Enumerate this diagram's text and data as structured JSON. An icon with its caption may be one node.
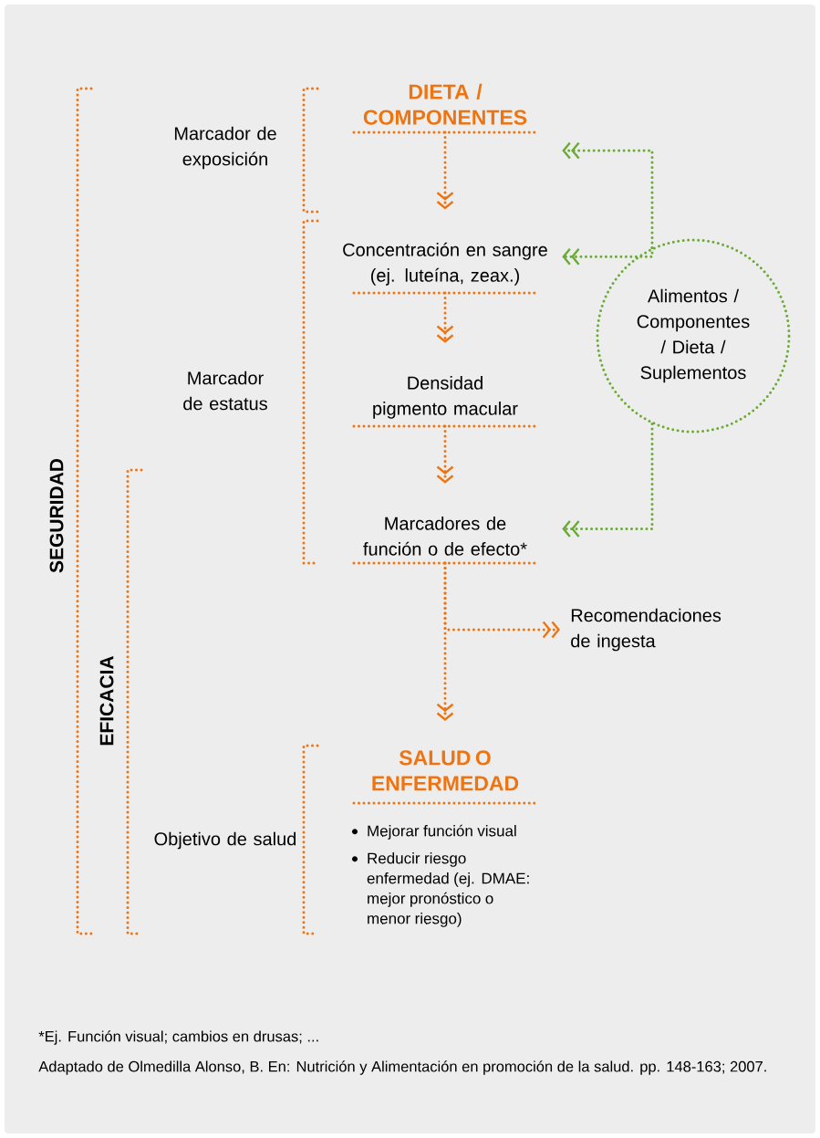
{
  "diagram": {
    "nodes": [
      {
        "text": [
          "DIETA / COMPONENTES"
        ]
      },
      {
        "text": [
          "Concentración en sangre (ej. luteína, zeax.)"
        ]
      },
      {
        "text": [
          "Densidad pigmento macular"
        ]
      },
      {
        "text": [
          "Marcadores de función o de efecto*"
        ]
      },
      {
        "text": [
          "Recomendaciones de ingesta"
        ]
      },
      {
        "text": [
          "SALUD O ENFERMEDAD",
          "Mejorar función visual",
          "Reducir riesgo enfermedad (ej. DMAE: mejor pronóstico o menor riesgo)"
        ]
      },
      {
        "text": [
          "Alimentos / Componentes / Dieta / Suplementos"
        ]
      }
    ],
    "edges": [
      {
        "from": 0,
        "to": 1,
        "arrow": "to"
      },
      {
        "from": 1,
        "to": 2,
        "arrow": "to"
      },
      {
        "from": 2,
        "to": 3,
        "arrow": "to"
      },
      {
        "from": 3,
        "to": 4,
        "arrow": "to"
      },
      {
        "from": 3,
        "to": 5,
        "arrow": "to"
      },
      {
        "from": 6,
        "to": 0,
        "arrow": "to",
        "color": "#6aaa35"
      },
      {
        "from": 6,
        "to": 1,
        "arrow": "to",
        "color": "#6aaa35"
      },
      {
        "from": 6,
        "to": 3,
        "arrow": "to",
        "color": "#6aaa35"
      }
    ],
    "labels": [
      "Marcador de exposición",
      "Marcador de estatus",
      "SEGURIDAD",
      "EFICACIA",
      "Objetivo de salud",
      "*Ej. Función visual; cambios en drusas; ...",
      "Adaptado de Olmedilla Alonso, B. En: Nutrición y Alimentación en promoción de la salud. pp. 148-163; 2007."
    ]
  }
}
